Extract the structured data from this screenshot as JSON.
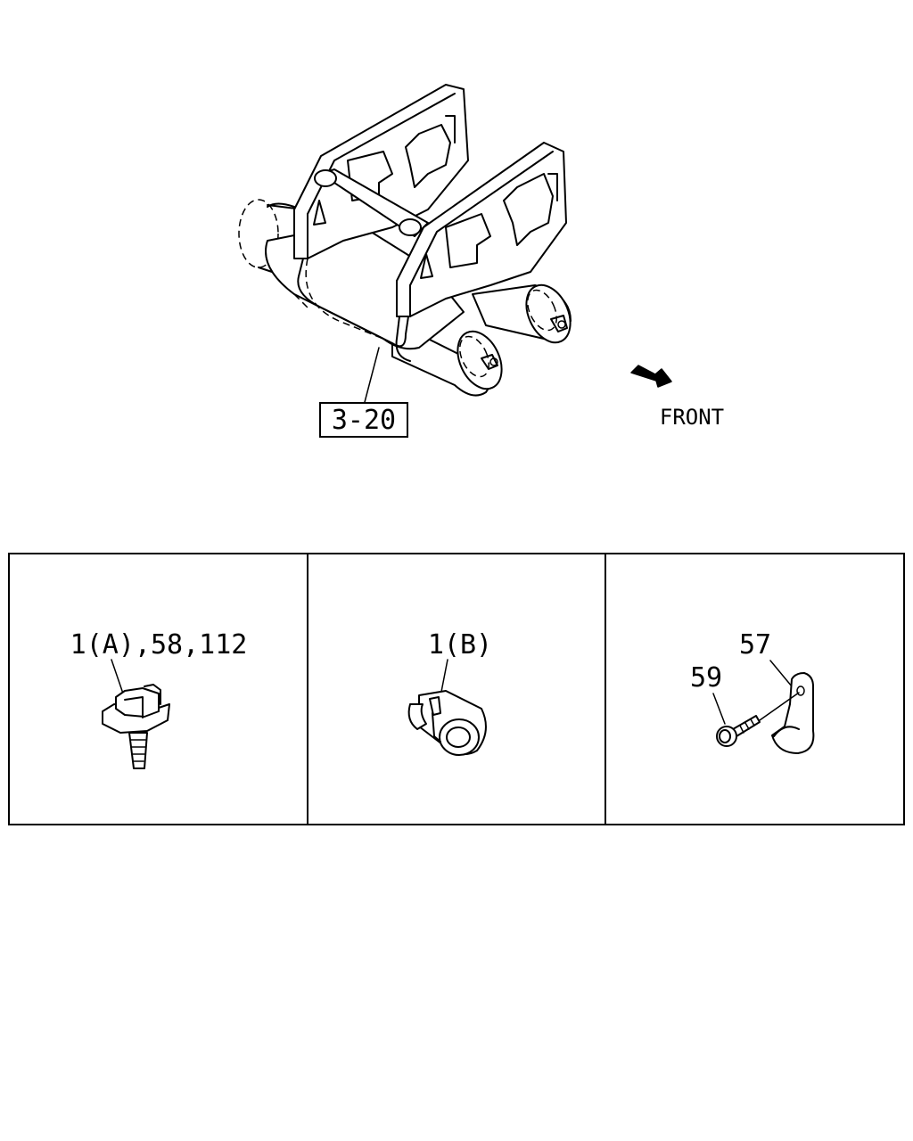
{
  "main_diagram": {
    "reference_label": "3-20",
    "direction_label": "FRONT",
    "arrow_icon": "front-arrow-icon"
  },
  "detail_panels": [
    {
      "callout": "1(A),58,112",
      "part_icon": "clip-fastener-icon"
    },
    {
      "callout": "1(B)",
      "part_icon": "hose-clip-icon"
    },
    {
      "callouts": [
        "57",
        "59"
      ],
      "part_icons": [
        "bracket-clamp-icon",
        "bolt-icon"
      ]
    }
  ]
}
